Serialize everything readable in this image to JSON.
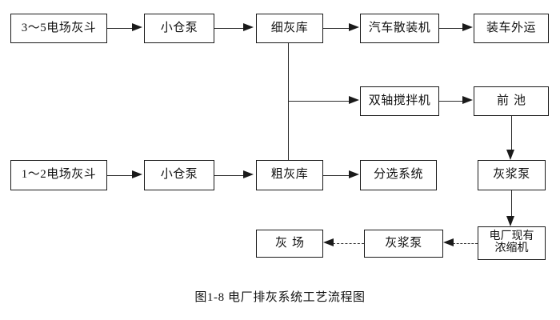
{
  "figure": {
    "caption": "图1-8    电厂排灰系统工艺流程图",
    "background_color": "#ffffff",
    "line_color": "#2b2b2b",
    "text_color": "#111111"
  },
  "nodes": {
    "hopper_35": "3～5电场灰斗",
    "pump_small_top": "小仓泵",
    "fine_ash_silo": "细灰库",
    "truck_bulk_loader": "汽车散装机",
    "truck_transport": "装车外运",
    "twin_shaft_mixer": "双轴搅拌机",
    "front_pool": "前池",
    "hopper_12": "1～2电场灰斗",
    "pump_small_bottom": "小仓泵",
    "coarse_ash_silo": "粗灰库",
    "sorting_system": "分选系统",
    "slurry_pump_right": "灰浆泵",
    "ash_yard": "灰场",
    "slurry_pump_bottom": "灰浆泵",
    "existing_thickener": "电厂现有\n浓缩机"
  },
  "flow": {
    "edges": [
      {
        "from": "hopper_35",
        "to": "pump_small_top",
        "style": "solid",
        "direction": "right"
      },
      {
        "from": "pump_small_top",
        "to": "fine_ash_silo",
        "style": "solid",
        "direction": "right"
      },
      {
        "from": "fine_ash_silo",
        "to": "truck_bulk_loader",
        "style": "solid",
        "direction": "right"
      },
      {
        "from": "truck_bulk_loader",
        "to": "truck_transport",
        "style": "solid",
        "direction": "right"
      },
      {
        "from": "fine_ash_silo",
        "to": "twin_shaft_mixer",
        "style": "solid",
        "direction": "right"
      },
      {
        "from": "twin_shaft_mixer",
        "to": "front_pool",
        "style": "solid",
        "direction": "right"
      },
      {
        "from": "front_pool",
        "to": "slurry_pump_right",
        "style": "solid",
        "direction": "down"
      },
      {
        "from": "hopper_12",
        "to": "pump_small_bottom",
        "style": "solid",
        "direction": "right"
      },
      {
        "from": "pump_small_bottom",
        "to": "coarse_ash_silo",
        "style": "solid",
        "direction": "right"
      },
      {
        "from": "coarse_ash_silo",
        "to": "sorting_system",
        "style": "solid",
        "direction": "right"
      },
      {
        "from": "fine_ash_silo",
        "to": "coarse_ash_silo",
        "style": "solid",
        "direction": "down"
      },
      {
        "from": "slurry_pump_right",
        "to": "existing_thickener",
        "style": "solid",
        "direction": "down"
      },
      {
        "from": "existing_thickener",
        "to": "slurry_pump_bottom",
        "style": "dashed",
        "direction": "left"
      },
      {
        "from": "slurry_pump_bottom",
        "to": "ash_yard",
        "style": "dashed",
        "direction": "left"
      }
    ]
  }
}
